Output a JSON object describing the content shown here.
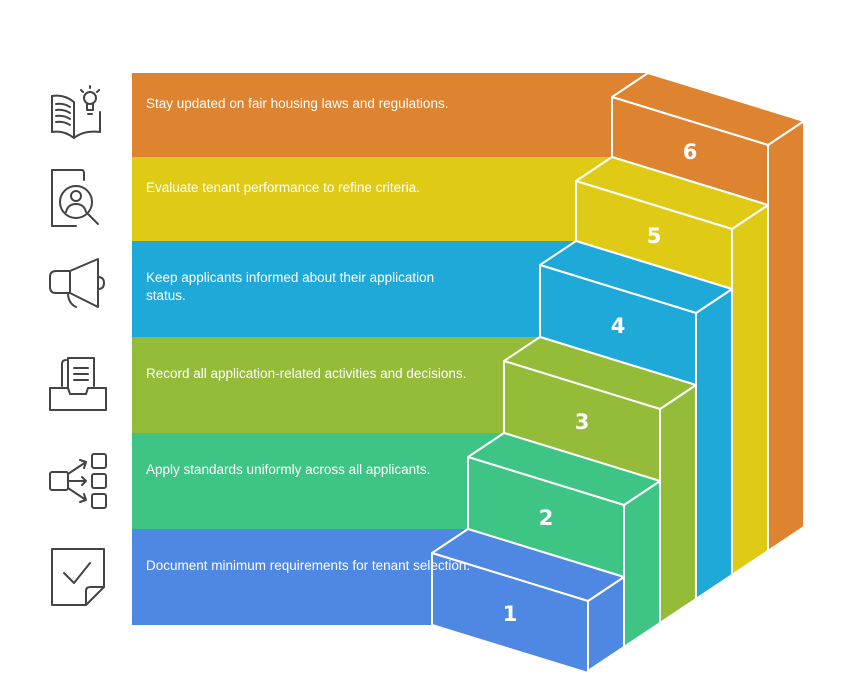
{
  "diagram": {
    "type": "staircase",
    "steps": [
      {
        "number": "1",
        "text": "Document minimum requirements for tenant selection.",
        "color": "#4E88E3",
        "icon": "checked-note-icon"
      },
      {
        "number": "2",
        "text": "Apply standards uniformly across all applicants.",
        "color": "#3EC485",
        "icon": "distribution-boxes-icon"
      },
      {
        "number": "3",
        "text": "Record all application-related activities and decisions.",
        "color": "#95BC38",
        "icon": "document-tray-icon"
      },
      {
        "number": "4",
        "text": "Keep applicants informed about their application status.",
        "color": "#1FA9D8",
        "icon": "megaphone-icon"
      },
      {
        "number": "5",
        "text": "Evaluate tenant performance to refine criteria.",
        "color": "#DFCB16",
        "icon": "person-search-icon"
      },
      {
        "number": "6",
        "text": "Stay updated on fair housing laws and regulations.",
        "color": "#DE8430",
        "icon": "book-idea-icon"
      }
    ]
  }
}
